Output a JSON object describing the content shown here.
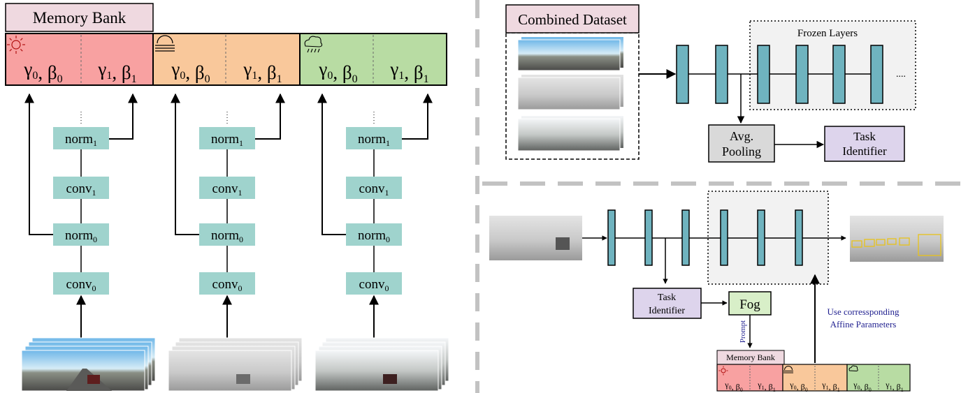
{
  "memory_bank": {
    "title": "Memory Bank",
    "slots": [
      {
        "condition_icon": "sun-icon",
        "color": "#f8a1a1",
        "gamma0": "γ0",
        "beta0": "β0",
        "gamma1": "γ1",
        "beta1": "β1"
      },
      {
        "condition_icon": "fog-icon",
        "color": "#f9c89b",
        "gamma0": "γ0",
        "beta0": "β0",
        "gamma1": "γ1",
        "beta1": "β1"
      },
      {
        "condition_icon": "rain-cloud-icon",
        "color": "#b8dca3",
        "gamma0": "γ0",
        "beta0": "β0",
        "gamma1": "γ1",
        "beta1": "β1"
      }
    ]
  },
  "layer_stack": {
    "norm": "norm",
    "conv": "conv",
    "idx0": "0",
    "idx1": "1",
    "ellipsis": "⋮"
  },
  "top_right": {
    "dataset_title": "Combined Dataset",
    "frozen_label": "Frozen Layers",
    "trailing_dots": "....",
    "pooling_line1": "Avg.",
    "pooling_line2": "Pooling",
    "task_line1": "Task",
    "task_line2": "Identifier"
  },
  "bottom_right": {
    "task_line1": "Task",
    "task_line2": "Identifier",
    "fog_label": "Fog",
    "prompt_label": "Prompt",
    "memory_bank_title": "Memory Bank",
    "affine_line1": "Use corressponding",
    "affine_line2": "Affine Parameters"
  },
  "colors": {
    "layer_box": "#9fd3cd",
    "frozen_bar": "#6fb3bf",
    "task_box": "#ddd4ec",
    "pooling_box": "#d9d9d9",
    "dataset_title_box": "#efd9e0",
    "fog_box": "#d8efc8",
    "annotation_text": "#1f1f8f"
  }
}
